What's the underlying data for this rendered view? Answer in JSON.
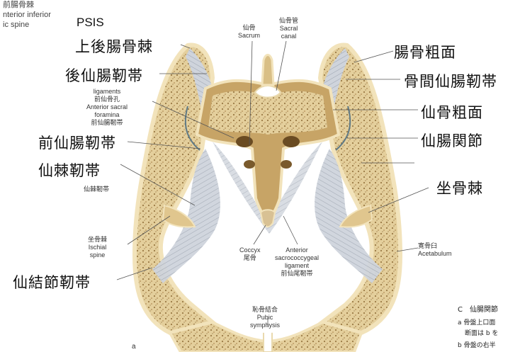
{
  "corner_text": [
    "前腸骨棘",
    "nterior inferior",
    "ic spine"
  ],
  "psis": "PSIS",
  "big_labels": {
    "upper_post_iliac_spine": "上後腸骨棘",
    "post_sacroiliac_lig": "後仙腸靭帯",
    "ant_sacroiliac_lig": "前仙腸靭帯",
    "sacrospinous_lig": "仙棘靭帯",
    "sacrotuberous_lig": "仙結節靭帯",
    "iliac_tuberosity": "腸骨粗面",
    "interosseous_lig": "骨間仙腸靭帯",
    "sacral_tuberosity": "仙骨粗面",
    "sacroiliac_joint": "仙腸関節",
    "ischial_spine": "坐骨棘"
  },
  "small_labels": {
    "sacrum": [
      "仙骨",
      "Sacrum"
    ],
    "sacral_canal": [
      "仙骨管",
      "Sacral",
      "canal"
    ],
    "ligaments": [
      "ligaments",
      "前仙骨孔",
      "Anterior sacral",
      "foramina",
      "前仙腸靭帯"
    ],
    "sacrospinous_jp": "仙棘靭帯",
    "ischial_spine": [
      "坐骨棘",
      "Ischial",
      "spine"
    ],
    "coccyx": [
      "Coccyx",
      "尾骨"
    ],
    "ant_sacrococcygeal": [
      "Anterior",
      "sacrococcygeal",
      "ligament",
      "前仙尾靭帯"
    ],
    "acetabulum": [
      "寛骨臼",
      "Acetabulum"
    ],
    "pubic_symphysis": [
      "恥骨結合",
      "Pubic",
      "symphysis"
    ],
    "panel_a": "a"
  },
  "caption": {
    "title": "C　仙腸関節",
    "line_a": "a 骨盤上口面",
    "line_a2": "断面は b を",
    "line_b": "b 骨盤の右半"
  },
  "colors": {
    "bone": "#e8d6a8",
    "bone_dark": "#c9a870",
    "cortex": "#f3e6c2",
    "ligament": "#c9ced6",
    "ligament_dark": "#8f97a3",
    "sacrum": "#c8a66a"
  }
}
